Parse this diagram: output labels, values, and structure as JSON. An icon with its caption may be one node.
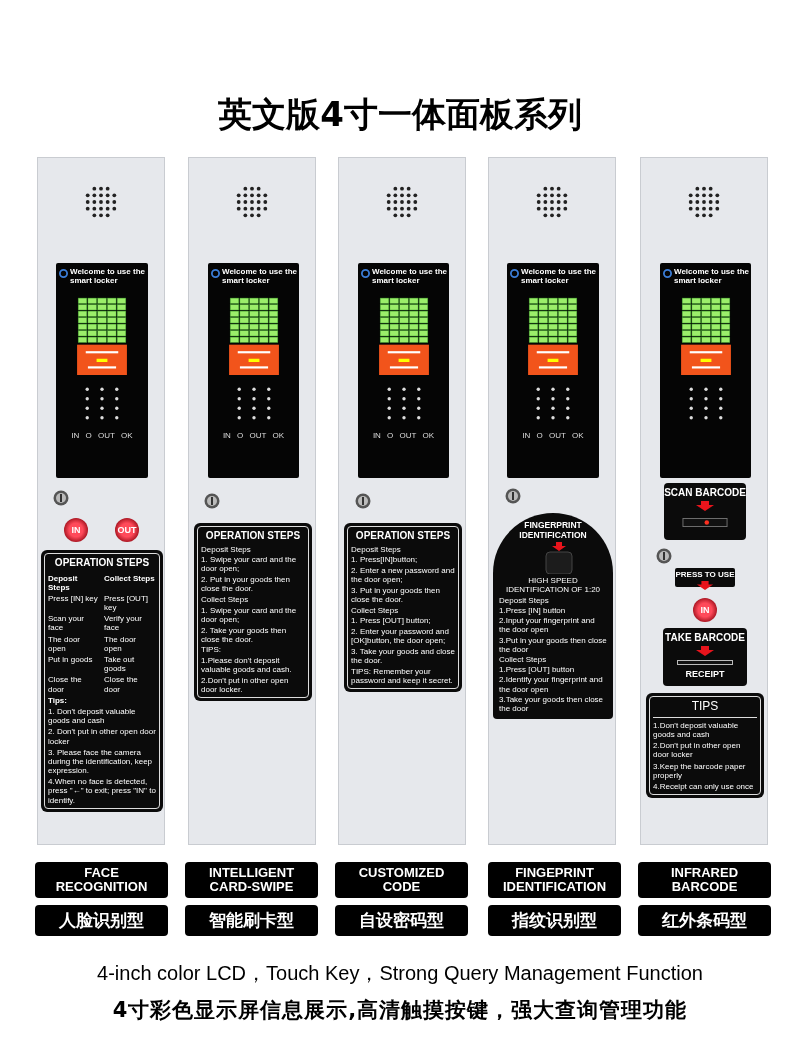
{
  "diagram": {
    "title": "英文版4寸一体面板系列",
    "nodes": [
      {
        "text": [],
        "shape": "box"
      },
      {
        "text": [
          "Welcome to use the smart locker",
          "IN O OUT OK"
        ],
        "in": 0
      },
      {
        "text": [
          "IN"
        ],
        "in": 0
      },
      {
        "text": [
          "OUT"
        ],
        "in": 0
      },
      {
        "text": [
          "OPERATION STEPS",
          "Deposit Steps",
          "Collect Steps",
          "Press [IN] key",
          "Press [OUT] key",
          "Scan your face",
          "Verify your face",
          "The door open",
          "The door open",
          "Put in goods",
          "Take out goods",
          "Close the door",
          "Close the door",
          "Tips:",
          "1. Don't deposit valuable goods and cash",
          "2. Don't put in other open door locker",
          "3. Please face the camera during the identification, keep expression.",
          "4.When no face is detected, press \"←\" to exit; press \"IN\" to identify."
        ],
        "in": 0
      },
      {
        "text": [],
        "shape": "box"
      },
      {
        "text": [
          "Welcome to use the smart locker",
          "IN O OUT OK"
        ],
        "in": 5
      },
      {
        "text": [
          "OPERATION STEPS",
          "Deposit Steps",
          "1. Swipe your card and the door open;",
          "2. Put in your goods then close the door.",
          "Collect Steps",
          "1. Swipe your card and the door open;",
          "2. Take your goods then close the door.",
          "TIPS:",
          "1.Please don't deposit valuable goods and cash.",
          "2.Don't put in other open door locker."
        ],
        "in": 5
      },
      {
        "text": [],
        "shape": "box"
      },
      {
        "text": [
          "Welcome to use the smart locker",
          "IN O OUT OK"
        ],
        "in": 8
      },
      {
        "text": [
          "OPERATION STEPS",
          "Deposit Steps",
          "1. Press[IN]button;",
          "2. Enter a new password and the door open;",
          "3. Put in your goods then close the door.",
          "Collect Steps",
          "1. Press [OUT] button;",
          "2. Enter your password and [OK]button, the door open;",
          "3. Take your goods and close the door.",
          "TIPS: Remember your password and keep it secret."
        ],
        "in": 8
      },
      {
        "text": [],
        "shape": "box"
      },
      {
        "text": [
          "Welcome to use the smart locker",
          "IN O OUT OK"
        ],
        "in": 11
      },
      {
        "text": [
          "FINGERPRINT IDENTIFICATION",
          "HIGH SPEED IDENTIFICATION OF 1:20",
          "Deposit Steps",
          "1.Press [IN] button",
          "2.Input your fingerprint and the door open",
          "3.Put in your goods then close the door",
          "Collect Steps",
          "1.Press [OUT] button",
          "2.Identify your fingerprint and the door open",
          "3.Take your goods then close the door"
        ],
        "in": 11
      },
      {
        "text": [],
        "shape": "box"
      },
      {
        "text": [
          "Welcome to use the smart locker"
        ],
        "in": 14
      },
      {
        "text": [
          "SCAN BARCODE"
        ],
        "in": 14
      },
      {
        "text": [
          "PRESS TO USE"
        ],
        "in": 14
      },
      {
        "text": [
          "IN"
        ],
        "in": 14
      },
      {
        "text": [
          "TAKE BARCODE",
          "RECEIPT"
        ],
        "in": 14
      },
      {
        "text": [
          "TIPS",
          "1.Don't deposit valuable goods and cash",
          "2.Don't put in other open door locker",
          "3.Keep the barcode paper properly",
          "4.Receipt can only use once"
        ],
        "in": 14
      },
      {
        "text": [
          "FACE RECOGNITION"
        ]
      },
      {
        "text": [
          "INTELLIGENT CARD-SWIPE"
        ]
      },
      {
        "text": [
          "CUSTOMIZED CODE"
        ]
      },
      {
        "text": [
          "FINGEPRINT IDENTIFICATION"
        ]
      },
      {
        "text": [
          "INFRARED BARCODE"
        ]
      },
      {
        "text": [
          "人脸识别型"
        ]
      },
      {
        "text": [
          "智能刷卡型"
        ]
      },
      {
        "text": [
          "自设密码型"
        ]
      },
      {
        "text": [
          "指纹识别型"
        ]
      },
      {
        "text": [
          "红外条码型"
        ]
      }
    ],
    "labels": [
      "4-inch color LCD，Touch Key，Strong Query Management Function",
      "4寸彩色显示屏信息展示,高清触摸按键，强大查询管理功能"
    ]
  }
}
